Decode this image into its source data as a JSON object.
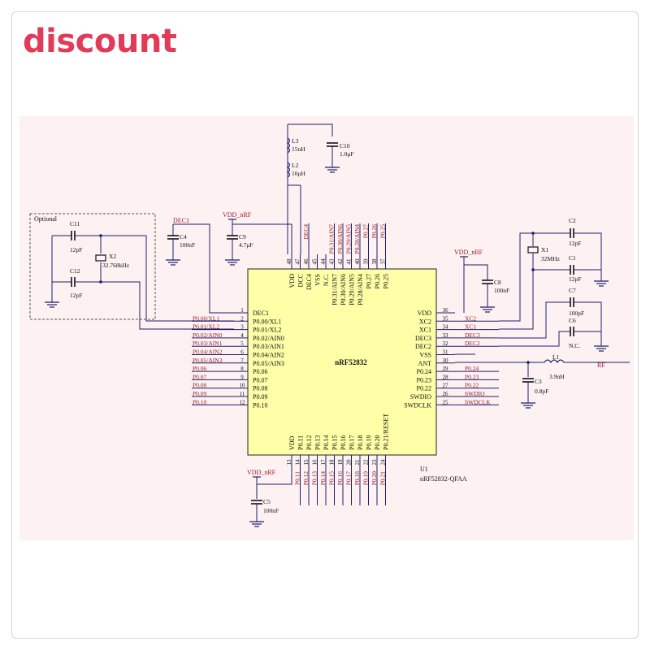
{
  "badge": "discount",
  "chip": {
    "name": "nRF52832",
    "ref": "U1",
    "part": "nRF52832-QFAA",
    "left_pins": [
      {
        "num": "1",
        "name": "DEC1",
        "net": ""
      },
      {
        "num": "2",
        "name": "P0.00/XL1",
        "net": "P0.00/XL1"
      },
      {
        "num": "3",
        "name": "P0.01/XL2",
        "net": "P0.01/XL2"
      },
      {
        "num": "4",
        "name": "P0.02/AIN0",
        "net": "P0.02/AIN0"
      },
      {
        "num": "5",
        "name": "P0.03/AIN1",
        "net": "P0.03/AIN1"
      },
      {
        "num": "6",
        "name": "P0.04/AIN2",
        "net": "P0.04/AIN2"
      },
      {
        "num": "7",
        "name": "P0.05/AIN3",
        "net": "P0.05/AIN3"
      },
      {
        "num": "8",
        "name": "P0.06",
        "net": "P0.06"
      },
      {
        "num": "9",
        "name": "P0.07",
        "net": "P0.07"
      },
      {
        "num": "10",
        "name": "P0.08",
        "net": "P0.08"
      },
      {
        "num": "11",
        "name": "P0.09",
        "net": "P0.09"
      },
      {
        "num": "12",
        "name": "P0.10",
        "net": "P0.10"
      }
    ],
    "right_pins": [
      {
        "num": "36",
        "name": "VDD",
        "net": ""
      },
      {
        "num": "35",
        "name": "XC2",
        "net": "XC2"
      },
      {
        "num": "34",
        "name": "XC1",
        "net": "XC1"
      },
      {
        "num": "33",
        "name": "DEC3",
        "net": "DEC3"
      },
      {
        "num": "32",
        "name": "DEC2",
        "net": "DEC2"
      },
      {
        "num": "31",
        "name": "VSS",
        "net": ""
      },
      {
        "num": "30",
        "name": "ANT",
        "net": ""
      },
      {
        "num": "29",
        "name": "P0.24",
        "net": "P0.24"
      },
      {
        "num": "28",
        "name": "P0.23",
        "net": "P0.23"
      },
      {
        "num": "27",
        "name": "P0.22",
        "net": "P0.22"
      },
      {
        "num": "26",
        "name": "SWDIO",
        "net": "SWDIO"
      },
      {
        "num": "25",
        "name": "SWDCLK",
        "net": "SWDCLK"
      }
    ],
    "top_pins": [
      {
        "num": "48",
        "name": "VDD",
        "net": ""
      },
      {
        "num": "47",
        "name": "DCC",
        "net": ""
      },
      {
        "num": "46",
        "name": "DEC4",
        "net": "DEC4"
      },
      {
        "num": "45",
        "name": "VSS",
        "net": ""
      },
      {
        "num": "44",
        "name": "N.C.",
        "net": ""
      },
      {
        "num": "43",
        "name": "P0.31/AIN7",
        "net": "P0.31/AIN7"
      },
      {
        "num": "42",
        "name": "P0.30/AIN6",
        "net": "P0.30/AIN6"
      },
      {
        "num": "41",
        "name": "P0.29/AIN5",
        "net": "P0.29/AIN5"
      },
      {
        "num": "40",
        "name": "P0.28/AIN4",
        "net": "P0.28/AIN4"
      },
      {
        "num": "39",
        "name": "P0.27",
        "net": "P0.27"
      },
      {
        "num": "38",
        "name": "P0.26",
        "net": "P0.26"
      },
      {
        "num": "37",
        "name": "P0.25",
        "net": "P0.25"
      }
    ],
    "bottom_pins": [
      {
        "num": "13",
        "name": "VDD",
        "net": ""
      },
      {
        "num": "14",
        "name": "P0.11",
        "net": "P0.11"
      },
      {
        "num": "15",
        "name": "P0.12",
        "net": "P0.12"
      },
      {
        "num": "16",
        "name": "P0.13",
        "net": "P0.13"
      },
      {
        "num": "17",
        "name": "P0.14",
        "net": "P0.14"
      },
      {
        "num": "18",
        "name": "P0.15",
        "net": "P0.15"
      },
      {
        "num": "19",
        "name": "P0.16",
        "net": "P0.16"
      },
      {
        "num": "20",
        "name": "P0.17",
        "net": "P0.17"
      },
      {
        "num": "21",
        "name": "P0.18",
        "net": "P0.18"
      },
      {
        "num": "22",
        "name": "P0.19",
        "net": "P0.19"
      },
      {
        "num": "23",
        "name": "P0.20",
        "net": "P0.20"
      },
      {
        "num": "24",
        "name": "P0.21/RESET",
        "net": "P0.21"
      }
    ]
  },
  "components": {
    "l3": {
      "ref": "L3",
      "value": "15nH"
    },
    "l2": {
      "ref": "L2",
      "value": "10μH"
    },
    "c10": {
      "ref": "C10",
      "value": "1.0μF"
    },
    "c4": {
      "ref": "C4",
      "value": "100nF"
    },
    "c9": {
      "ref": "C9",
      "value": "4.7μF"
    },
    "c11": {
      "ref": "C11",
      "value": "12pF"
    },
    "c12": {
      "ref": "C12",
      "value": "12pF"
    },
    "x2": {
      "ref": "X2",
      "value": "32.768kHz"
    },
    "x1": {
      "ref": "X1",
      "value": "32MHz"
    },
    "c2": {
      "ref": "C2",
      "value": "12pF"
    },
    "c1": {
      "ref": "C1",
      "value": "12pF"
    },
    "c7": {
      "ref": "C7",
      "value": "100pF"
    },
    "c6": {
      "ref": "C6",
      "value": "N.C."
    },
    "c8": {
      "ref": "C8",
      "value": "100nF"
    },
    "l1": {
      "ref": "L1",
      "value": "3.9nH"
    },
    "c3": {
      "ref": "C3",
      "value": "0.8pF"
    },
    "c5": {
      "ref": "C5",
      "value": "100nF"
    }
  },
  "labels": {
    "optional": "Optional",
    "dec1": "DEC1",
    "vdd_top": "VDD_nRF",
    "vdd_right": "VDD_nRF",
    "vdd_bottom": "VDD_nRF",
    "rf": "RF"
  },
  "colors": {
    "badge": "#e23a57",
    "chip_fill": "#ffffa8",
    "net_label": "#9a1c2c",
    "wire": "#1c1f6e",
    "background": "#fdf1f1"
  }
}
